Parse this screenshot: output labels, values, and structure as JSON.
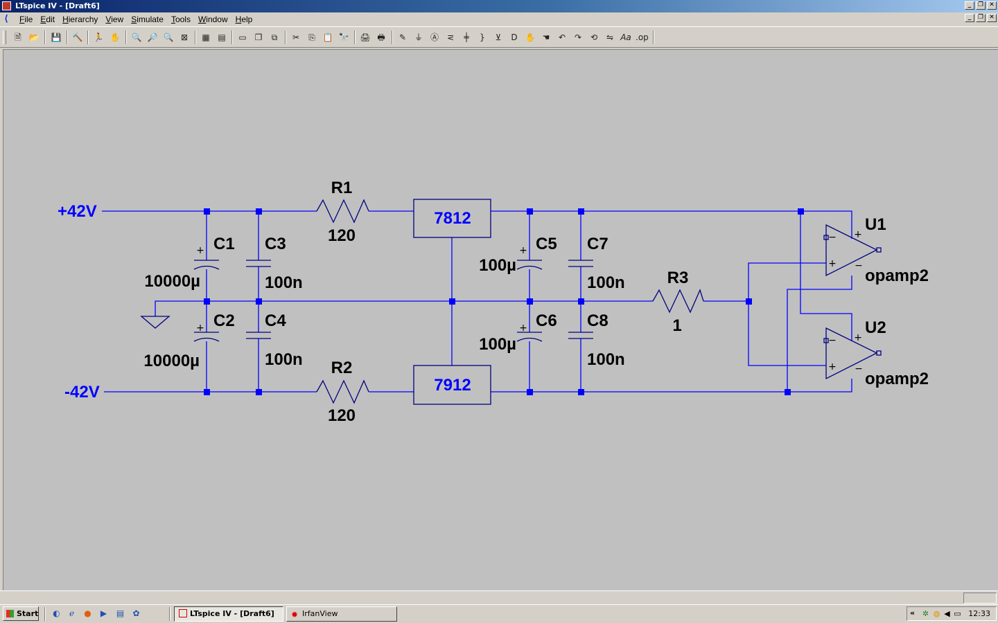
{
  "window": {
    "title": "LTspice IV - [Draft6]",
    "controls": {
      "minimize": "_",
      "restore": "❐",
      "close": "✕"
    }
  },
  "menu": {
    "items": [
      "File",
      "Edit",
      "Hierarchy",
      "View",
      "Simulate",
      "Tools",
      "Window",
      "Help"
    ]
  },
  "toolbar": {
    "icons": [
      "new-schematic-icon",
      "open-icon",
      "save-icon",
      "control-panel-icon",
      "run-icon",
      "halt-icon",
      "zoom-in-icon",
      "zoom-pan-icon",
      "zoom-out-icon",
      "zoom-fit-icon",
      "autorange-icon",
      "tile-icon",
      "cascade-icon",
      "close-windows-icon",
      "cut-icon",
      "copy-icon",
      "paste-icon",
      "find-icon",
      "print-setup-icon",
      "print-icon",
      "draw-wire-icon",
      "ground-icon",
      "label-net-icon",
      "resistor-icon",
      "capacitor-icon",
      "inductor-icon",
      "diode-icon",
      "component-icon",
      "move-icon",
      "drag-icon",
      "undo-icon",
      "redo-icon",
      "rotate-icon",
      "mirror-icon",
      "text-icon",
      "spice-directive-icon"
    ]
  },
  "schematic": {
    "colors": {
      "wire": "#0000ff",
      "symbol": "#000080",
      "text": "#000000",
      "net_label": "#0000ff",
      "background": "#c0c0c0"
    },
    "net_labels": {
      "pos": "+42V",
      "neg": "-42V"
    },
    "regulators": {
      "pos": "7812",
      "neg": "7912"
    },
    "components": {
      "R1": {
        "name": "R1",
        "value": "120"
      },
      "R2": {
        "name": "R2",
        "value": "120"
      },
      "R3": {
        "name": "R3",
        "value": "1"
      },
      "C1": {
        "name": "C1",
        "value": "10000µ"
      },
      "C2": {
        "name": "C2",
        "value": "10000µ"
      },
      "C3": {
        "name": "C3",
        "value": "100n"
      },
      "C4": {
        "name": "C4",
        "value": "100n"
      },
      "C5": {
        "name": "C5",
        "value": "100µ"
      },
      "C6": {
        "name": "C6",
        "value": "100µ"
      },
      "C7": {
        "name": "C7",
        "value": "100n"
      },
      "C8": {
        "name": "C8",
        "value": "100n"
      },
      "U1": {
        "name": "U1",
        "value": "opamp2"
      },
      "U2": {
        "name": "U2",
        "value": "opamp2"
      }
    },
    "polarity_marks": {
      "plus": "+",
      "minus": "−"
    }
  },
  "taskbar": {
    "start_label": "Start",
    "quick_launch": [
      "system-icon",
      "ie-icon",
      "firefox-icon",
      "media-player-icon",
      "notepad-icon",
      "settings-icon"
    ],
    "tasks": [
      {
        "label": "LTspice IV - [Draft6]",
        "active": true
      },
      {
        "label": "IrfanView",
        "active": false
      }
    ],
    "tray": {
      "chevron": "«",
      "clock": "12:33"
    }
  }
}
